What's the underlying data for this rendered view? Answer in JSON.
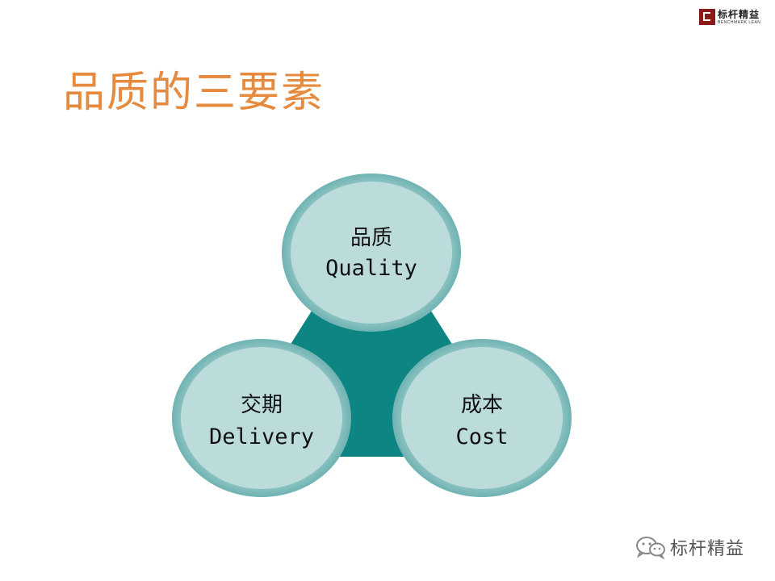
{
  "header": {
    "logo_cn": "标杆精益",
    "logo_en": "BENCHMARK LEAN"
  },
  "title": "品质的三要素",
  "diagram": {
    "center_color": "#0d8582",
    "circle_fill": "#bcdcdc",
    "circle_ring": "#86c2c2",
    "nodes": [
      {
        "id": "quality",
        "cn": "品质",
        "en": "Quality"
      },
      {
        "id": "delivery",
        "cn": "交期",
        "en": "Delivery"
      },
      {
        "id": "cost",
        "cn": "成本",
        "en": "Cost"
      }
    ]
  },
  "watermark": {
    "icon": "wechat-icon",
    "text": "标杆精益"
  },
  "colors": {
    "title": "#e58a3e",
    "logo_mark": "#8a1a1a"
  }
}
